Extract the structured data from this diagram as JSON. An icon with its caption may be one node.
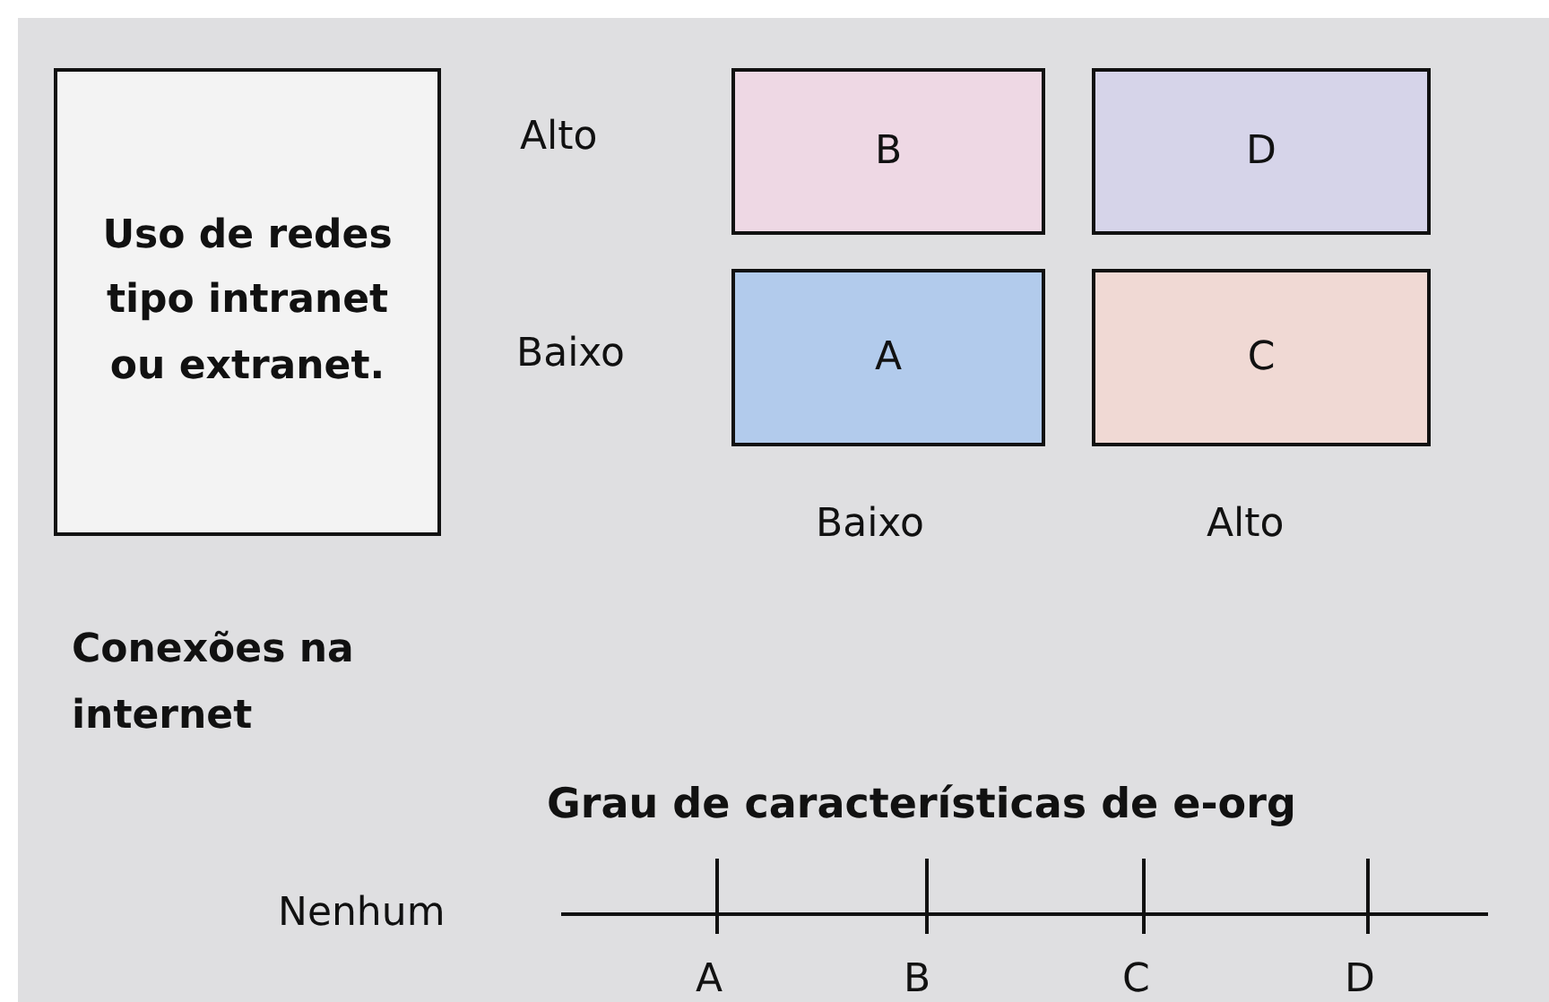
{
  "diagram": {
    "nodes": [
      {
        "text": [
          "Uso de redes tipo intranet ou extranet."
        ]
      },
      {
        "text": [
          "B"
        ]
      },
      {
        "text": [
          "D"
        ]
      },
      {
        "text": [
          "A"
        ]
      },
      {
        "text": [
          "C"
        ]
      }
    ],
    "labels": [
      "Alto",
      "Baixo",
      "Baixo",
      "Alto",
      "Conexões na internet",
      "Grau de características de e-org",
      "Nenhum",
      "A",
      "B",
      "C",
      "D"
    ]
  }
}
